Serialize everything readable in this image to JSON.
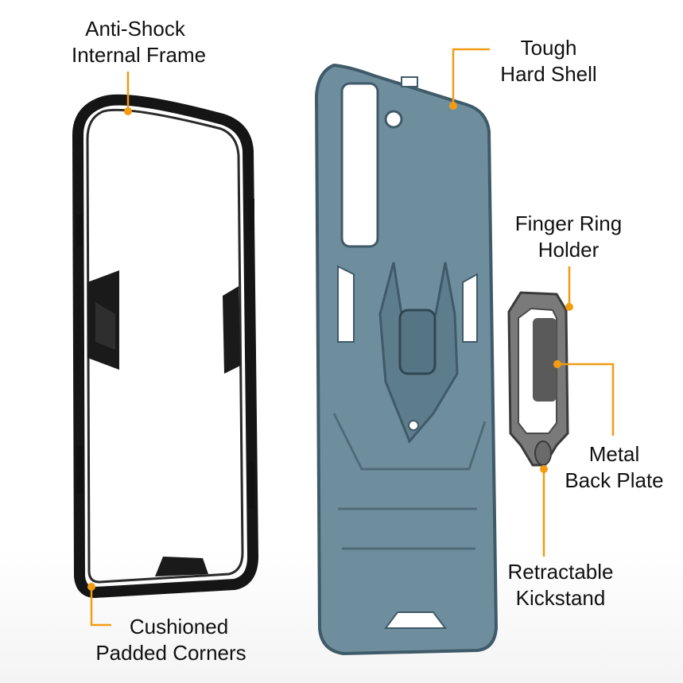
{
  "colors": {
    "accent": "#F39C12",
    "shell": "#6F8E9D",
    "shell_dark": "#3F5A68",
    "frame": "#151515",
    "ring": "#6b6b6b",
    "plate": "#555555"
  },
  "callouts": [
    {
      "id": "frame",
      "lines": [
        "Anti-Shock",
        "Internal Frame"
      ]
    },
    {
      "id": "shell",
      "lines": [
        "Tough",
        "Hard Shell"
      ]
    },
    {
      "id": "ring",
      "lines": [
        "Finger Ring",
        "Holder"
      ]
    },
    {
      "id": "plate",
      "lines": [
        "Metal",
        "Back Plate"
      ]
    },
    {
      "id": "kickstand",
      "lines": [
        "Retractable",
        "Kickstand"
      ]
    },
    {
      "id": "corners",
      "lines": [
        "Cushioned",
        "Padded Corners"
      ]
    }
  ]
}
